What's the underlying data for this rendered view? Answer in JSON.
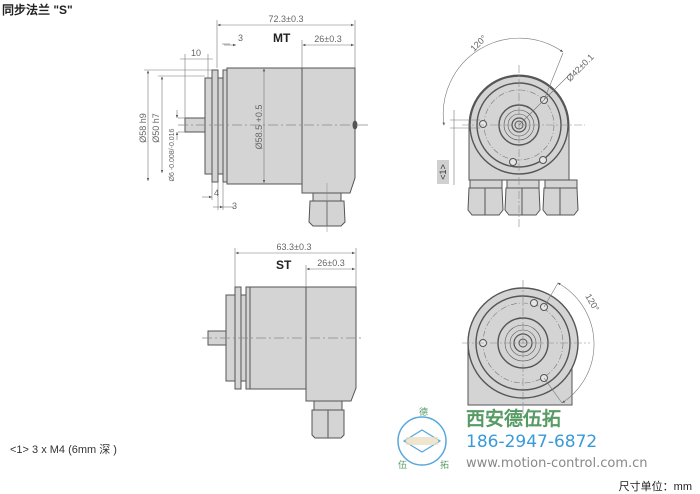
{
  "title": "同步法兰 \"S\"",
  "footnote": "<1> 3 x M4 (6mm 深 )",
  "unit_label": "尺寸单位：mm",
  "views": {
    "mt": {
      "label": "MT",
      "overall_length": "72.3±0.3",
      "cap_length": "26±0.3",
      "flange_gap_top": "3",
      "shaft_length": "10",
      "dia_flange": "Ø58 h9",
      "dia_spigot": "Ø50 h7",
      "dia_shaft": "Ø6 -0.008/-0.016",
      "dia_body": "Ø58.5 +0.5",
      "bottom_dim_1": "4",
      "bottom_dim_2": "3"
    },
    "mt_front": {
      "angle": "120°",
      "bolt_circle": "Ø42±0.1",
      "note_marker": "<1>"
    },
    "st": {
      "label": "ST",
      "overall_length": "63.3±0.3",
      "cap_length": "26±0.3"
    },
    "st_front": {
      "angle": "120°"
    }
  },
  "watermark": {
    "company": "西安德伍拓",
    "phone": "186-2947-6872",
    "url": "www.motion-control.com.cn",
    "logo_chars": [
      "德",
      "伍",
      "拓"
    ]
  },
  "colors": {
    "body_fill": "#d4d4d4",
    "outline": "#555555",
    "dim_line": "#777777",
    "wm_green": "#3a8a4a",
    "wm_blue": "#3a9ad8"
  }
}
